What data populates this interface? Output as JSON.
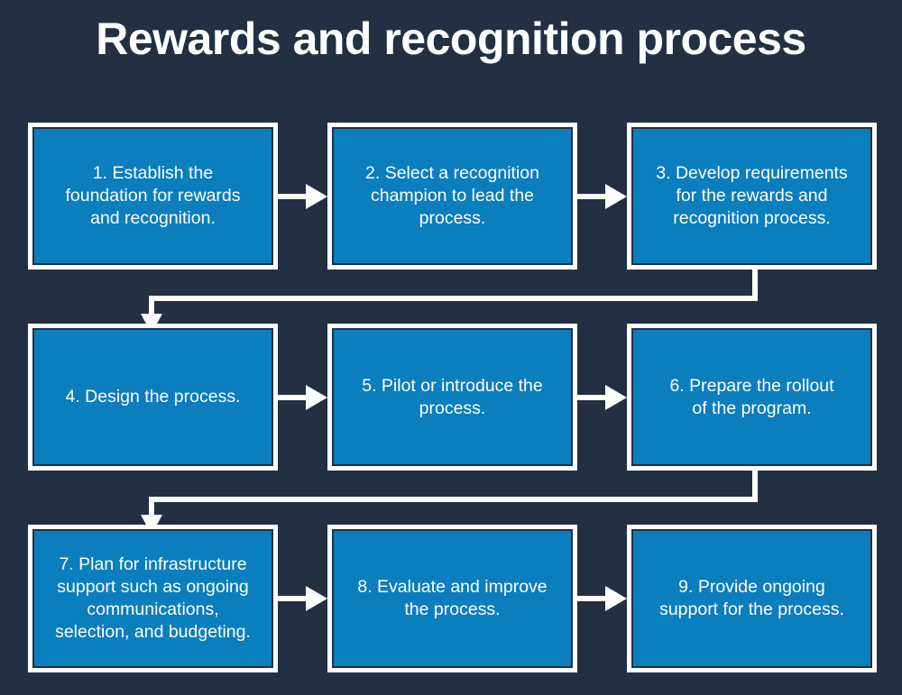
{
  "page": {
    "title": "Rewards and recognition process",
    "background_color": "#232f42",
    "box_fill_color": "#0b7ebd",
    "box_border_color": "#ffffff",
    "text_color": "#ffffff",
    "arrow_color": "#ffffff"
  },
  "chart_data": {
    "type": "diagram",
    "diagram_type": "flowchart",
    "title": "Rewards and recognition process",
    "layout": "3 rows x 3 columns, serpentine (left-to-right, wrap down to left)",
    "node_count": 9,
    "nodes": [
      {
        "id": 1,
        "row": 1,
        "col": 1,
        "label": "1. Establish the\nfoundation for rewards\nand recognition."
      },
      {
        "id": 2,
        "row": 1,
        "col": 2,
        "label": "2. Select a recognition\nchampion to lead the\nprocess."
      },
      {
        "id": 3,
        "row": 1,
        "col": 3,
        "label": "3. Develop requirements\nfor the rewards and\nrecognition process."
      },
      {
        "id": 4,
        "row": 2,
        "col": 1,
        "label": "4. Design the process."
      },
      {
        "id": 5,
        "row": 2,
        "col": 2,
        "label": "5. Pilot or introduce the\nprocess."
      },
      {
        "id": 6,
        "row": 2,
        "col": 3,
        "label": "6. Prepare the rollout\nof the program."
      },
      {
        "id": 7,
        "row": 3,
        "col": 1,
        "label": "7. Plan for infrastructure\nsupport such as ongoing\ncommunications,\nselection, and budgeting."
      },
      {
        "id": 8,
        "row": 3,
        "col": 2,
        "label": "8. Evaluate and improve\nthe process."
      },
      {
        "id": 9,
        "row": 3,
        "col": 3,
        "label": "9. Provide ongoing\nsupport for the process."
      }
    ],
    "edges": [
      {
        "from": 1,
        "to": 2,
        "style": "arrow-right"
      },
      {
        "from": 2,
        "to": 3,
        "style": "arrow-right"
      },
      {
        "from": 3,
        "to": 4,
        "style": "elbow-wrap-down"
      },
      {
        "from": 4,
        "to": 5,
        "style": "arrow-right"
      },
      {
        "from": 5,
        "to": 6,
        "style": "arrow-right"
      },
      {
        "from": 6,
        "to": 7,
        "style": "elbow-wrap-down"
      },
      {
        "from": 7,
        "to": 8,
        "style": "arrow-right"
      },
      {
        "from": 8,
        "to": 9,
        "style": "arrow-right"
      }
    ]
  }
}
